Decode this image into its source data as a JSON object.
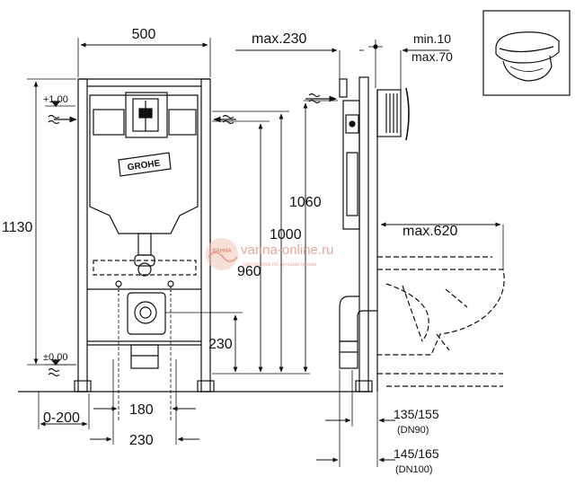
{
  "front_view": {
    "width_top": "500",
    "height_total": "1130",
    "level_plus": "+1,00",
    "level_zero": "±0,00",
    "height_1000": "1000",
    "height_960": "960",
    "height_230": "230",
    "offset_0_200": "0-200",
    "spacing_180": "180",
    "spacing_230": "230",
    "brand": "GROHE"
  },
  "side_view": {
    "max_230": "max.230",
    "min_10": "min.10",
    "max_70": "max.70",
    "height_1060": "1060",
    "max_620": "max.620",
    "dn90_range": "135/155",
    "dn90_label": "(DN90)",
    "dn100_range": "145/165",
    "dn100_label": "(DN100)"
  },
  "watermark": {
    "site": "vanna-online.ru",
    "tagline": "сантехника по лучшим ценам",
    "logo_text": "ВАННА"
  },
  "colors": {
    "line": "#111111",
    "watermark": "#e7a89a"
  }
}
